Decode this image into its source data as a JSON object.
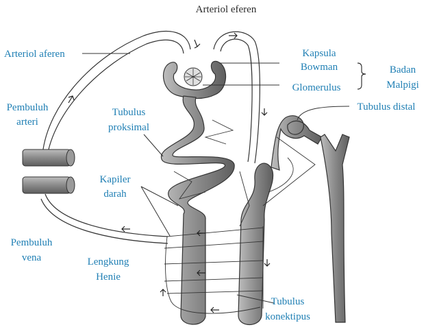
{
  "labels": {
    "arteriol_eferen": "Arteriol eferen",
    "arteriol_aferen": "Arteriol aferen",
    "kapsula": "Kapsula",
    "bowman": "Bowman",
    "glomerulus": "Glomerulus",
    "badan": "Badan",
    "malpigi": "Malpigi",
    "pembuluh_arteri_1": "Pembuluh",
    "pembuluh_arteri_2": "arteri",
    "tubulus_proksimal_1": "Tubulus",
    "tubulus_proksimal_2": "proksimal",
    "tubulus_distal": "Tubulus distal",
    "kapiler_1": "Kapiler",
    "kapiler_2": "darah",
    "pembuluh_vena_1": "Pembuluh",
    "pembuluh_vena_2": "vena",
    "lengkung_1": "Lengkung",
    "lengkung_2": "Henie",
    "konektipus_1": "Tubulus",
    "konektipus_2": "konektipus"
  },
  "colors": {
    "label_blue": "#1f7fb4",
    "label_dark": "#2b2b2b",
    "tube_fill": "#8a8a8a",
    "outline": "#333333"
  }
}
